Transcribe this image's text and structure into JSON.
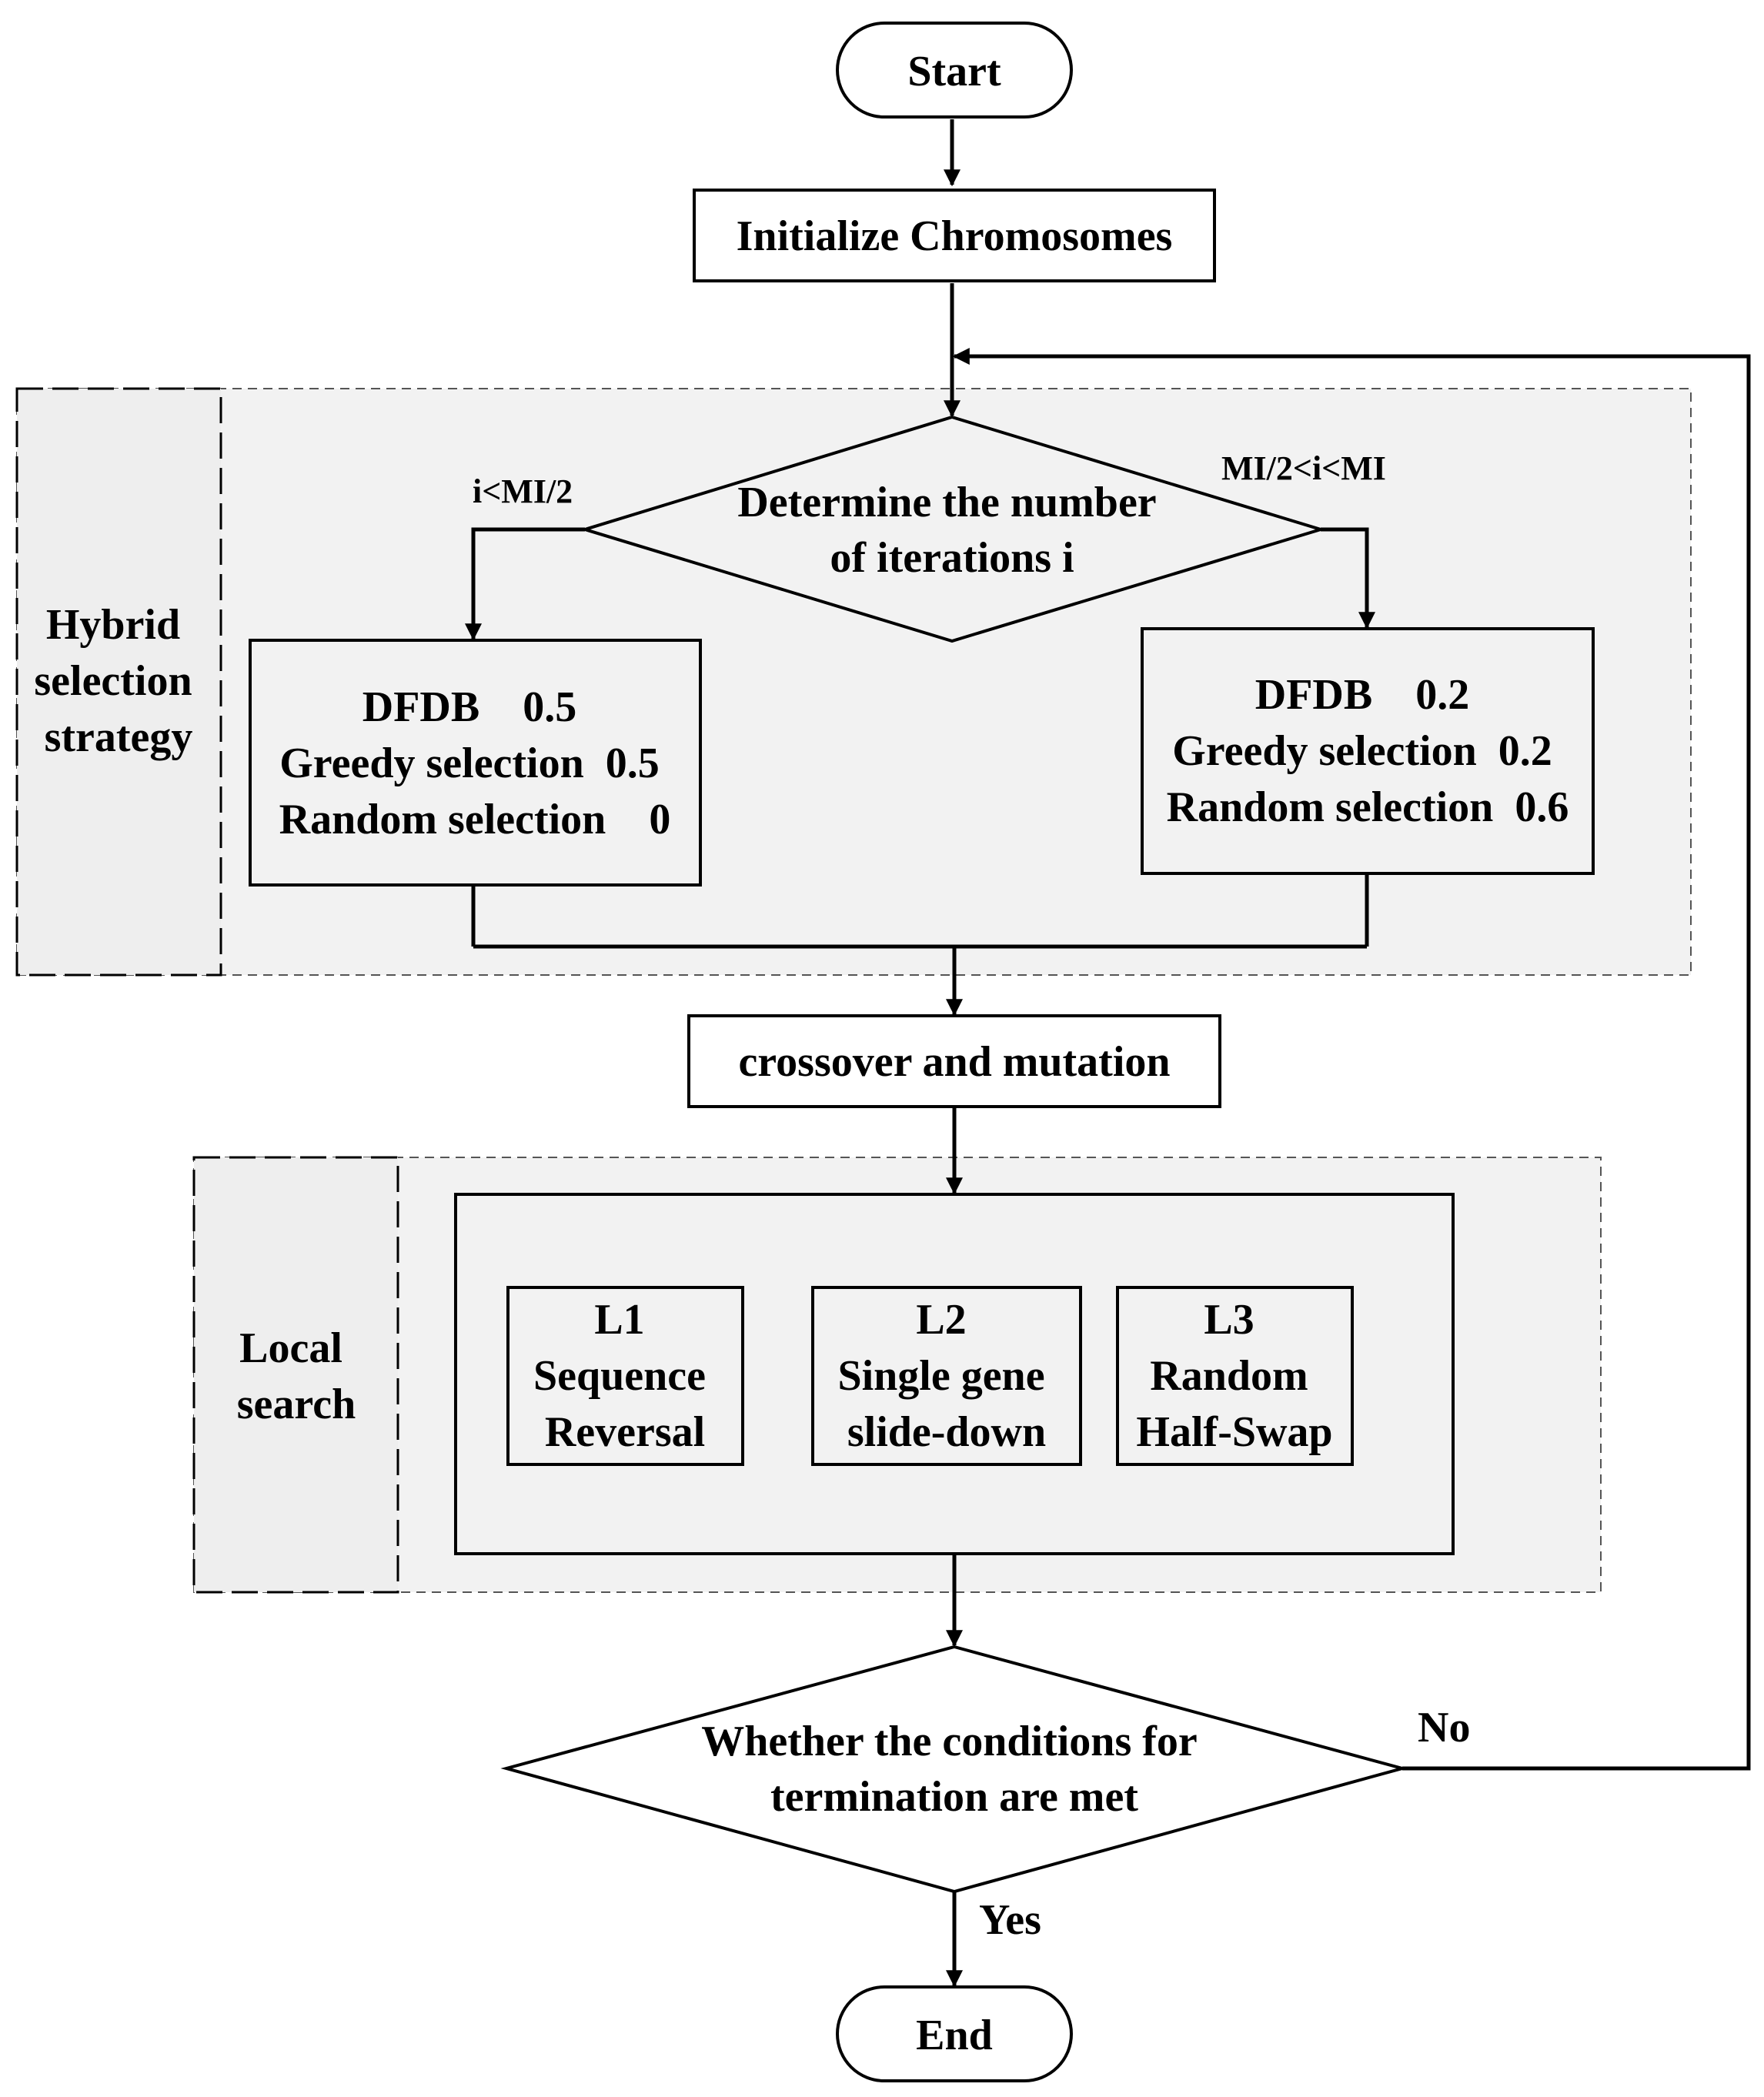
{
  "nodes": {
    "start": "Start",
    "init": "Initialize Chromosomes",
    "decision_iter": [
      "Determine the number",
      "of iterations i"
    ],
    "left_box": [
      "DFDB    0.5",
      "Greedy selection  0.5",
      "Random selection    0"
    ],
    "right_box": [
      "DFDB    0.2",
      "Greedy selection  0.2",
      "Random selection  0.6"
    ],
    "crossover": "crossover and mutation",
    "l1": [
      "L1",
      "Sequence",
      "Reversal"
    ],
    "l2": [
      "L2",
      "Single gene",
      "slide-down"
    ],
    "l3": [
      "L3",
      "Random",
      "Half-Swap"
    ],
    "decision_term": [
      "Whether the conditions for",
      "termination are met"
    ],
    "end": "End"
  },
  "regions": {
    "hybrid": [
      "Hybrid",
      "selection",
      "strategy"
    ],
    "local": [
      "Local",
      "search"
    ]
  },
  "edges": {
    "left_cond": "i<MI/2",
    "right_cond": "MI/2<i<MI",
    "no": "No",
    "yes": "Yes"
  }
}
